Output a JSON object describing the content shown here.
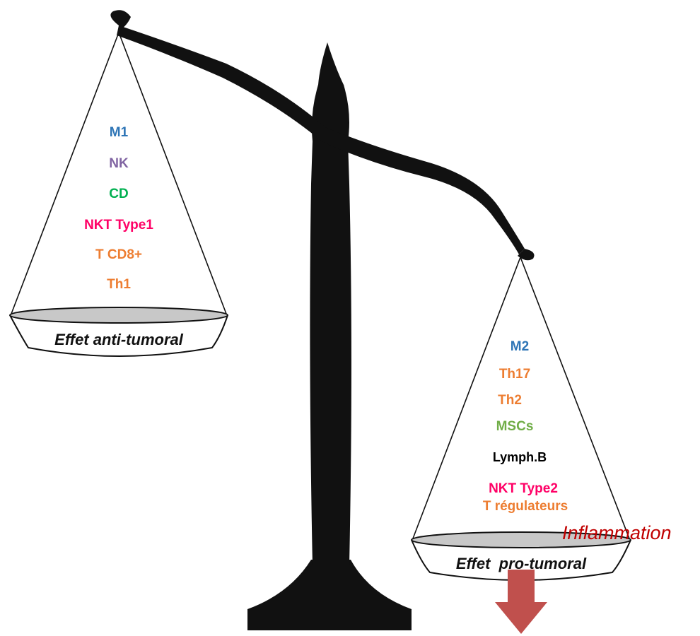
{
  "left_pan": {
    "caption": "Effet anti-tumoral",
    "items": [
      {
        "label": "M1",
        "color": "#2E75B6"
      },
      {
        "label": "NK",
        "color": "#8064A2"
      },
      {
        "label": "CD",
        "color": "#00B050"
      },
      {
        "label": "NKT Type1",
        "color": "#FF0066"
      },
      {
        "label": "T CD8+",
        "color": "#ED7D31"
      },
      {
        "label": "Th1",
        "color": "#ED7D31"
      }
    ]
  },
  "right_pan": {
    "caption": "Effet  pro-tumoral",
    "items": [
      {
        "label": "M2",
        "color": "#2E75B6"
      },
      {
        "label": "Th17",
        "color": "#ED7D31"
      },
      {
        "label": "Th2",
        "color": "#ED7D31"
      },
      {
        "label": "MSCs",
        "color": "#70AD47"
      },
      {
        "label": "Lymph.B",
        "color": "#000000"
      },
      {
        "label": "NKT Type2",
        "color": "#FF0066"
      },
      {
        "label": "T régulateurs",
        "color": "#ED7D31"
      }
    ]
  },
  "outcome": {
    "label": "Inflammation",
    "color": "#C00000",
    "arrow_color": "#C0504D",
    "arrow_icon": "down-arrow-icon"
  },
  "scale": {
    "color": "#111111"
  }
}
